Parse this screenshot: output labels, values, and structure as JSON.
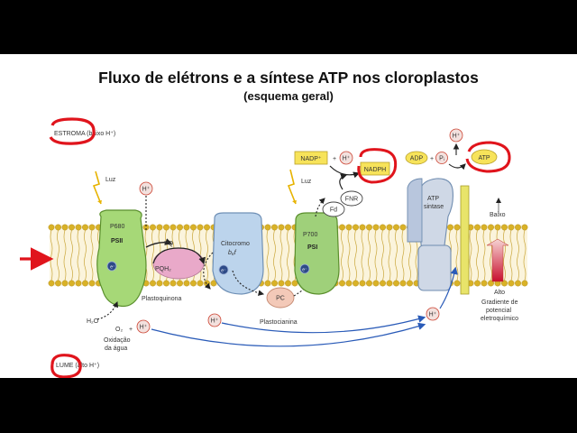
{
  "title": "Fluxo de elétrons e a síntese ATP nos cloroplastos",
  "subtitle": "(esquema geral)",
  "labels": {
    "estroma": "ESTROMA (baixo H⁺)",
    "lume": "LUME (alto H⁺)",
    "luz1": "Luz",
    "luz2": "Luz",
    "p680": "P680",
    "psii": "PSII",
    "pq": "PQ",
    "pqh2": "PQH₂",
    "plastoquinona": "Plastoquinona",
    "citocromo": "Citocromo",
    "b6f": "b₆f",
    "pc": "PC",
    "plastocianina": "Plastocianina",
    "p700": "P700",
    "psi": "PSI",
    "fd": "Fd",
    "fnr": "FNR",
    "nadp": "NADP⁺",
    "nadph": "NADPH",
    "h_plus": "H⁺",
    "adp": "ADP",
    "pi": "Pᵢ",
    "atp": "ATP",
    "atp_sintase_1": "ATP",
    "atp_sintase_2": "sintase",
    "baixo": "Baixo",
    "alto": "Alto",
    "gradiente_1": "Gradiente de",
    "gradiente_2": "potencial",
    "gradiente_3": "eletroquímico",
    "h2o": "H₂O",
    "o2": "O₂",
    "oxidacao_1": "Oxidação",
    "oxidacao_2": "da água",
    "e_minus": "e⁻",
    "plus": "+"
  },
  "colors": {
    "membrane_head": "#d9b227",
    "membrane_tail": "#c9a63a",
    "psii": "#a6d877",
    "psi": "#9fd07a",
    "cytochrome": "#bcd4ec",
    "atp_synthase": "#cfd8e6",
    "pqh2": "#e9a9c9",
    "pc": "#f3c9b8",
    "h_plus_circle": "#f3e1de",
    "yellow_box": "#f7e35a",
    "red_annotation": "#e0141c",
    "arrow_blue": "#2a5bb8"
  },
  "icons": [
    "light-bolt-icon",
    "electron-icon",
    "annotation-red-circle",
    "annotation-red-arrow"
  ]
}
